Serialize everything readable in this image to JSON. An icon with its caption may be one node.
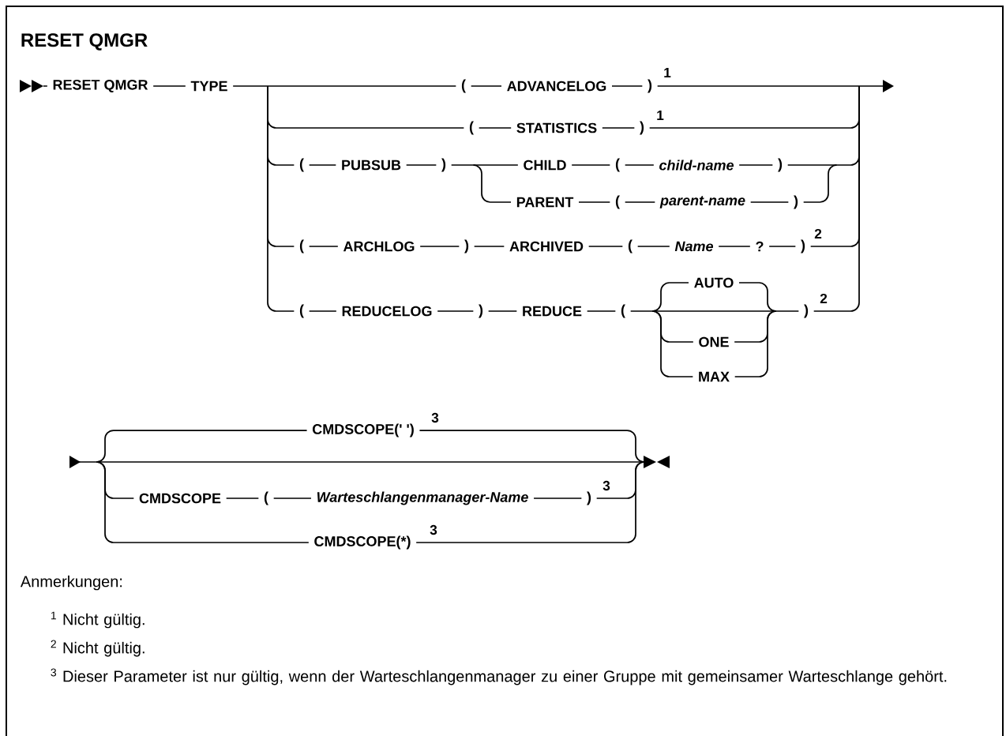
{
  "diagram": {
    "title": "RESET QMGR",
    "labels": [
      "RESET QMGR",
      "TYPE",
      "(",
      "ADVANCELOG",
      ")",
      "1",
      "(",
      "STATISTICS",
      ")",
      "1",
      "(",
      "PUBSUB",
      ")",
      "CHILD",
      "(",
      "child-name",
      ")",
      "PARENT",
      "(",
      "parent-name",
      ")",
      "(",
      "ARCHLOG",
      ")",
      "ARCHIVED",
      "(",
      "Name",
      "?",
      ")",
      "2",
      "(",
      "REDUCELOG",
      ")",
      "REDUCE",
      "(",
      "AUTO",
      ")",
      "2",
      "ONE",
      "MAX",
      "CMDSCOPE(' ')",
      "3",
      "CMDSCOPE",
      "(",
      "Warteschlangenmanager-Name",
      ")",
      "3",
      "CMDSCOPE(*)",
      "3",
      "Anmerkungen:",
      "$^{1}$ Nicht gültig.",
      "$^{2}$ Nicht gültig.",
      "$^{3}$ Dieser Parameter ist nur gültig, wenn der Warteschlangenmanager zu einer Gruppe mit gemeinsamer Warteschlange gehört."
    ]
  }
}
